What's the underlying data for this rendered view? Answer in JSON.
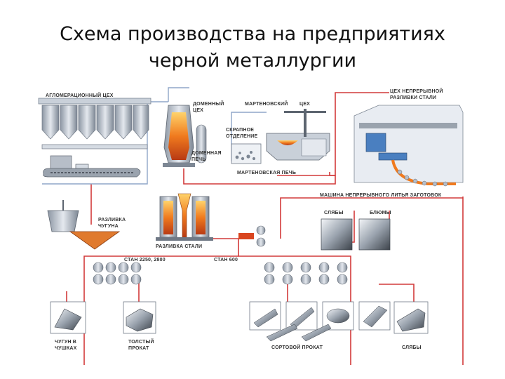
{
  "title": {
    "line1": "Схема производства на предприятиях",
    "line2": "черной металлургии"
  },
  "labels": {
    "sinter_shop": "АГЛОМЕРАЦИОННЫЙ ЦЕХ",
    "blast_shop_1": "ДОМЕННЫЙ",
    "blast_shop_2": "ЦЕХ",
    "openhearth_shop_1": "МАРТЕНОВСКИЙ",
    "openhearth_shop_2": "ЦЕХ",
    "scrap_1": "СКРАПНОЕ",
    "scrap_2": "ОТДЕЛЕНИЕ",
    "blast_furnace_1": "ДОМЕННАЯ",
    "blast_furnace_2": "ПЕЧЬ",
    "openhearth_furnace": "МАРТЕНОВСКАЯ ПЕЧЬ",
    "ccm_shop_1": "ЦЕХ НЕПРЕРЫВНОЙ",
    "ccm_shop_2": "РАЗЛИВКИ СТАЛИ",
    "ccm_machine": "МАШИНА НЕПРЕРЫВНОГО ЛИТЬЯ ЗАГОТОВОК",
    "pig_casting_1": "РАЗЛИВКА",
    "pig_casting_2": "ЧУГУНА",
    "steel_casting": "РАЗЛИВКА СТАЛИ",
    "slabs_top": "СЛЯБЫ",
    "blooms": "БЛЮМЫ",
    "mill_2250": "СТАН 2250, 2800",
    "mill_600": "СТАН 600",
    "pig_iron_1": "ЧУГУН В",
    "pig_iron_2": "ЧУШКАХ",
    "plate_1": "ТОЛСТЫЙ",
    "plate_2": "ПРОКАТ",
    "section": "СОРТОВОЙ ПРОКАТ",
    "slabs_bottom": "СЛЯБЫ"
  },
  "colors": {
    "flow_line": "#d23a3a",
    "supply_line": "#8fa6c8",
    "equipment": "#b7bec8",
    "equipment_dark": "#6f7885",
    "molten": "#e8641e",
    "molten_light": "#ffb347",
    "text": "#333333"
  }
}
